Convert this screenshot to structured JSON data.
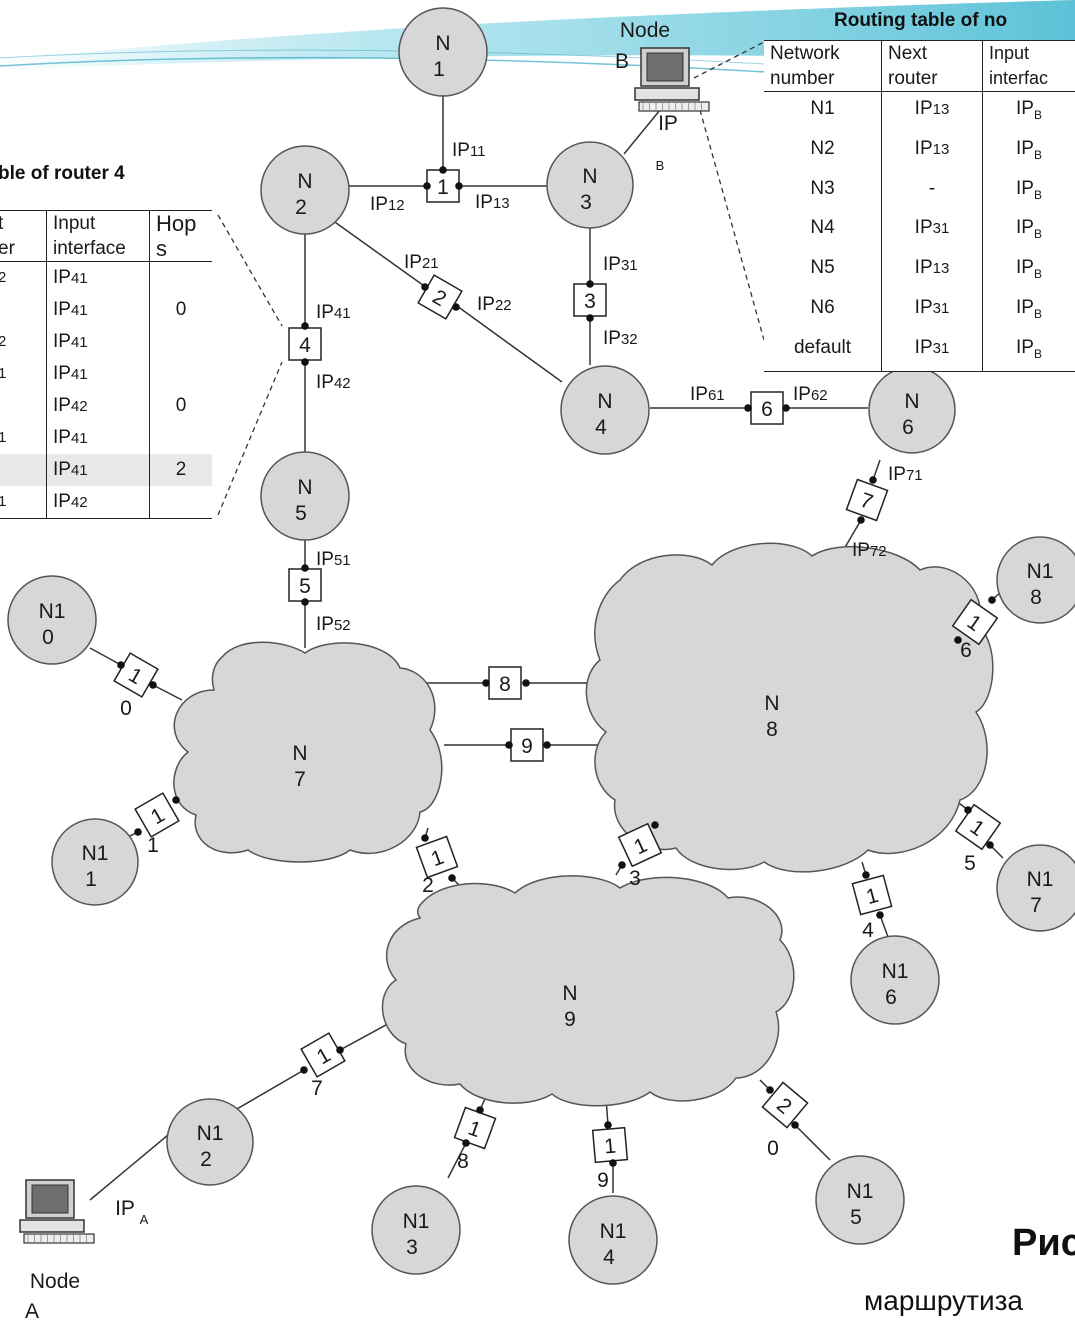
{
  "title_routing_b": "Routing table of no",
  "title_router4": "ble of router 4",
  "caption_bold": "Рис",
  "caption_text": "маршрутиза",
  "table_b": {
    "headers": [
      [
        "Network",
        "number"
      ],
      [
        "Next",
        "router"
      ],
      [
        "Input",
        "interfac"
      ]
    ],
    "rows": [
      [
        "N1",
        "IP13",
        "IP_B"
      ],
      [
        "N2",
        "IP13",
        "IP_B"
      ],
      [
        "N3",
        "-",
        "IP_B"
      ],
      [
        "N4",
        "IP31",
        "IP_B"
      ],
      [
        "N5",
        "IP13",
        "IP_B"
      ],
      [
        "N6",
        "IP31",
        "IP_B"
      ],
      [
        "default",
        "IP31",
        "IP_B"
      ]
    ]
  },
  "table_4": {
    "headers": [
      [
        "t",
        "er"
      ],
      [
        "Input",
        "interface"
      ],
      [
        "Hop",
        "s"
      ]
    ],
    "rows": [
      [
        "2",
        "IP41",
        ""
      ],
      [
        "",
        "IP41",
        "0"
      ],
      [
        "2",
        "IP41",
        ""
      ],
      [
        "1",
        "IP41",
        ""
      ],
      [
        "",
        "IP42",
        "0"
      ],
      [
        "1",
        "IP41",
        ""
      ],
      [
        "",
        "IP41",
        "2"
      ],
      [
        "1",
        "IP42",
        ""
      ]
    ]
  },
  "nodes": [
    {
      "id": "N1",
      "label": [
        "N",
        "1"
      ]
    },
    {
      "id": "N2",
      "label": [
        "N",
        "2"
      ]
    },
    {
      "id": "N3",
      "label": [
        "N",
        "3"
      ]
    },
    {
      "id": "N4",
      "label": [
        "N",
        "4"
      ]
    },
    {
      "id": "N5",
      "label": [
        "N",
        "5"
      ]
    },
    {
      "id": "N6",
      "label": [
        "N",
        "6"
      ]
    },
    {
      "id": "N10",
      "label": [
        "N1",
        "0"
      ]
    },
    {
      "id": "N11",
      "label": [
        "N1",
        "1"
      ]
    },
    {
      "id": "N12",
      "label": [
        "N1",
        "2"
      ]
    },
    {
      "id": "N13",
      "label": [
        "N1",
        "3"
      ]
    },
    {
      "id": "N14",
      "label": [
        "N1",
        "4"
      ]
    },
    {
      "id": "N15",
      "label": [
        "N1",
        "5"
      ]
    },
    {
      "id": "N16",
      "label": [
        "N1",
        "6"
      ]
    },
    {
      "id": "N17",
      "label": [
        "N1",
        "7"
      ]
    },
    {
      "id": "N18",
      "label": [
        "N1",
        "8"
      ]
    }
  ],
  "clouds": [
    {
      "id": "N7",
      "label": [
        "N",
        "7"
      ]
    },
    {
      "id": "N8",
      "label": [
        "N",
        "8"
      ]
    },
    {
      "id": "N9",
      "label": [
        "N",
        "9"
      ]
    }
  ],
  "routers": [
    {
      "id": "R1",
      "label": "1"
    },
    {
      "id": "R2",
      "label": "2"
    },
    {
      "id": "R3",
      "label": "3"
    },
    {
      "id": "R4",
      "label": "4"
    },
    {
      "id": "R5",
      "label": "5"
    },
    {
      "id": "R6",
      "label": "6"
    },
    {
      "id": "R7",
      "label": "7"
    },
    {
      "id": "R8",
      "label": "8"
    },
    {
      "id": "R9",
      "label": "9"
    },
    {
      "id": "R10",
      "label": "1"
    },
    {
      "id": "R11",
      "label": "1"
    },
    {
      "id": "R12",
      "label": "1"
    },
    {
      "id": "R13",
      "label": "1"
    },
    {
      "id": "R14",
      "label": "1"
    },
    {
      "id": "R15",
      "label": "1"
    },
    {
      "id": "R16",
      "label": "1"
    },
    {
      "id": "R17",
      "label": "1"
    },
    {
      "id": "R18",
      "label": "1"
    },
    {
      "id": "R19",
      "label": "1"
    },
    {
      "id": "R20",
      "label": "2"
    }
  ],
  "router_suffix": [
    "0",
    "1",
    "2",
    "3",
    "4",
    "5",
    "6",
    "7",
    "8",
    "9",
    "0"
  ],
  "ip_labels": [
    "IP11",
    "IP12",
    "IP13",
    "IP21",
    "IP22",
    "IP31",
    "IP32",
    "IP41",
    "IP42",
    "IP51",
    "IP52",
    "IP61",
    "IP62",
    "IP71",
    "IP72"
  ],
  "hosts": {
    "node_b": {
      "name": [
        "Node",
        "B"
      ],
      "ip": [
        "IP",
        "B"
      ]
    },
    "node_a": {
      "name": [
        "Node",
        "A"
      ],
      "ip": [
        "IP",
        "A"
      ]
    }
  }
}
